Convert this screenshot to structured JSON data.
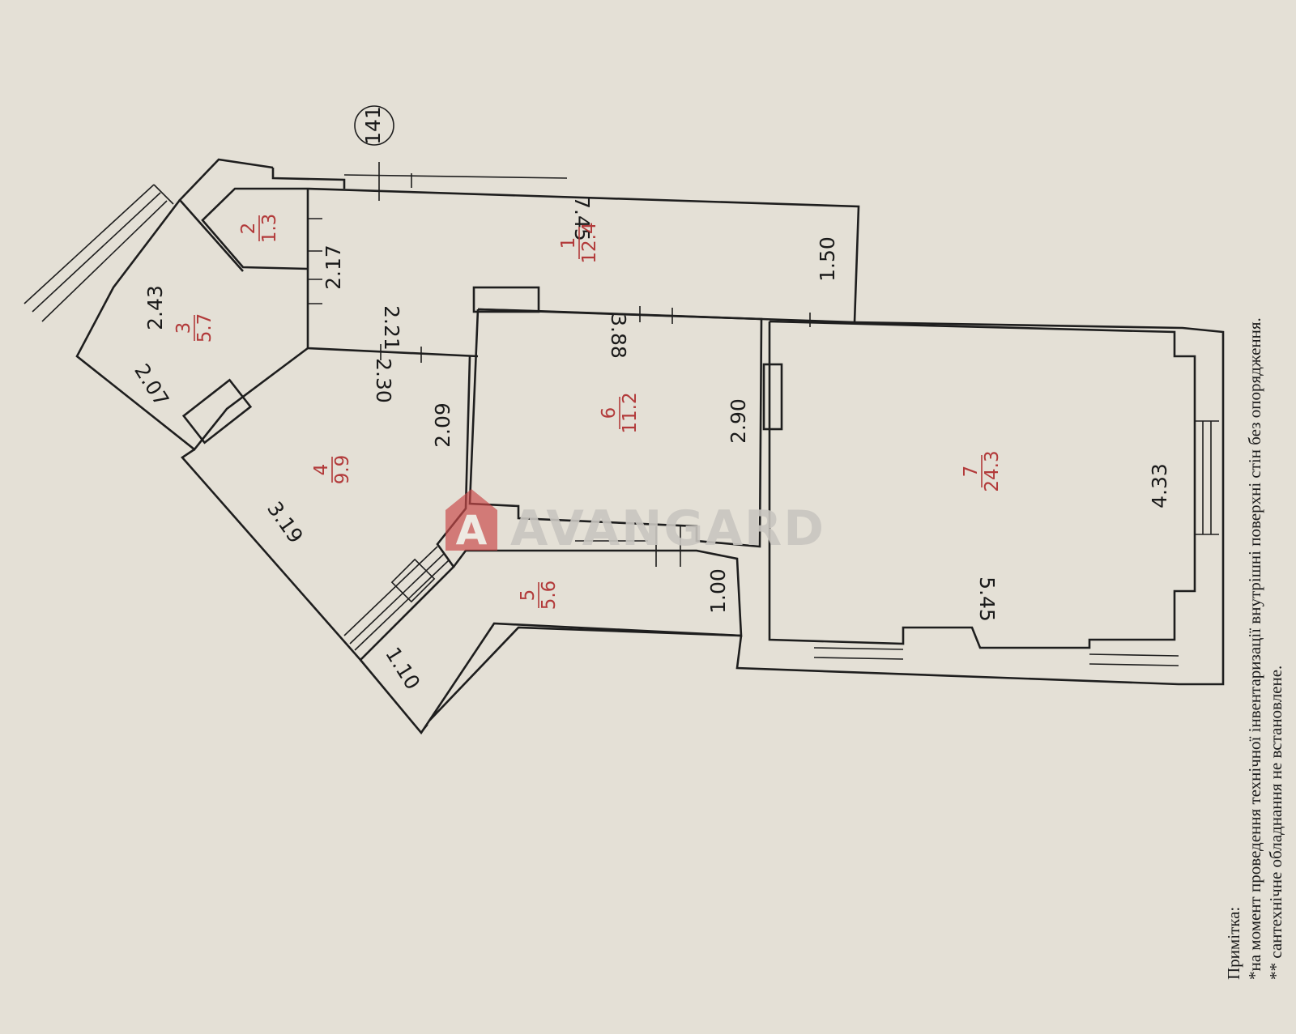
{
  "plan": {
    "building_number": "141",
    "rooms": [
      {
        "id": "1",
        "area": "12.4"
      },
      {
        "id": "2",
        "area": "1.3"
      },
      {
        "id": "3",
        "area": "5.7"
      },
      {
        "id": "4",
        "area": "9.9"
      },
      {
        "id": "5",
        "area": "5.6"
      },
      {
        "id": "6",
        "area": "11.2"
      },
      {
        "id": "7",
        "area": "24.3"
      }
    ],
    "dimensions": {
      "d745": "7.45",
      "d150": "1.50",
      "d217": "2.17",
      "d221": "2.21",
      "d243": "2.43",
      "d207": "2.07",
      "d230": "2.30",
      "d209": "2.09",
      "d319": "3.19",
      "d110": "1.10",
      "d100": "1.00",
      "d388": "3.88",
      "d290": "2.90",
      "d433": "4.33",
      "d545": "5.45"
    }
  },
  "note": {
    "title": "Примітка:",
    "line1": "*на момент проведення технічної інвентаризації внутрішні поверхні стін без опорядження.",
    "line2": "** сантехнічне обладнання не встановлене."
  },
  "watermark": {
    "text": "AVANGARD",
    "letter": "A",
    "color": "#c94a4a"
  }
}
